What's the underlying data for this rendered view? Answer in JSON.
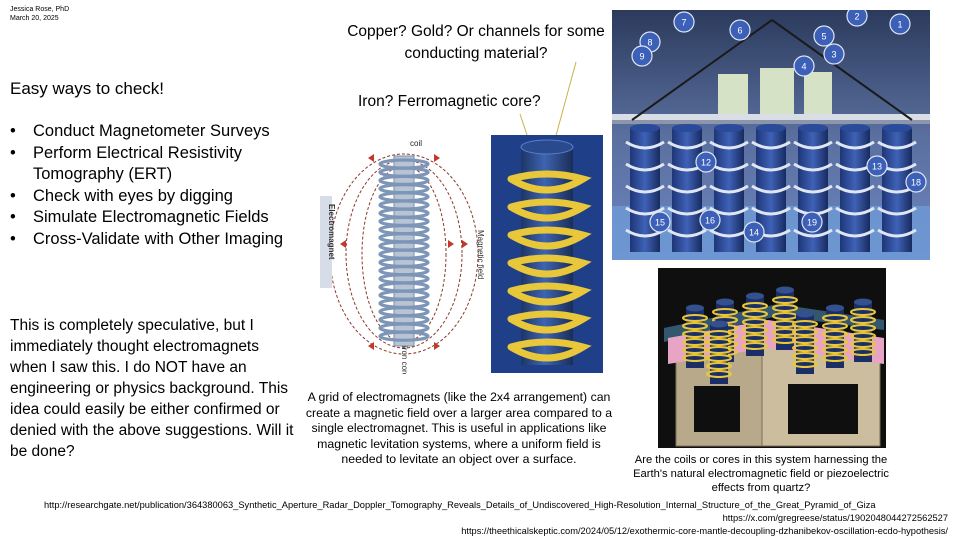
{
  "author": {
    "name": "Jessica Rose, PhD",
    "date": "March 20, 2025"
  },
  "left": {
    "heading": "Easy ways to check!",
    "bullets": [
      "Conduct Magnetometer Surveys",
      "Perform Electrical Resistivity Tomography (ERT)",
      "Check with eyes by digging",
      "Simulate Electromagnetic Fields",
      "Cross-Validate with Other Imaging"
    ],
    "note": "This is completely speculative, but I immediately thought electromagnets when I saw this. I do NOT have an engineering or physics background. This idea could easily be either confirmed or denied with the above suggestions. Will it be done?"
  },
  "center": {
    "question_conductor": "Copper? Gold? Or channels for some conducting material?",
    "question_core": "Iron? Ferromagnetic core?",
    "diagram_labels": {
      "coil": "coil",
      "electromagnet": "Electromagnet",
      "magnetic_field": "Magnetic field",
      "iron_core": "iron core"
    },
    "grid_caption": "A grid of electromagnets (like the 2x4 arrangement) can create a magnetic field over a larger area compared to a single electromagnet. This is useful in applications like magnetic levitation systems, where a uniform field is needed to levitate an object over a surface."
  },
  "right": {
    "pillar_numbers": [
      "1",
      "2",
      "3",
      "4",
      "5",
      "6",
      "7",
      "8",
      "9",
      "12",
      "13",
      "14",
      "15",
      "16",
      "18",
      "19"
    ],
    "caption": "Are the coils or cores in this system harnessing the Earth's natural electromagnetic field or piezoelectric effects from quartz?"
  },
  "links": [
    "http://researchgate.net/publication/364380063_Synthetic_Aperture_Radar_Doppler_Tomography_Reveals_Details_of_Undiscovered_High-Resolution_Internal_Structure_of_the_Great_Pyramid_of_Giza",
    "https://x.com/gregreese/status/1902048044272562527",
    "https://theethicalskeptic.com/2024/05/12/exothermic-core-mantle-decoupling-dzhanibekov-oscillation-ecdo-hypothesis/"
  ],
  "colors": {
    "coil_gold": "#e8c83a",
    "core_blue": "#2e4f94",
    "platform_pink": "#e8a4c4",
    "sky_blue": "#cfd9f0"
  }
}
